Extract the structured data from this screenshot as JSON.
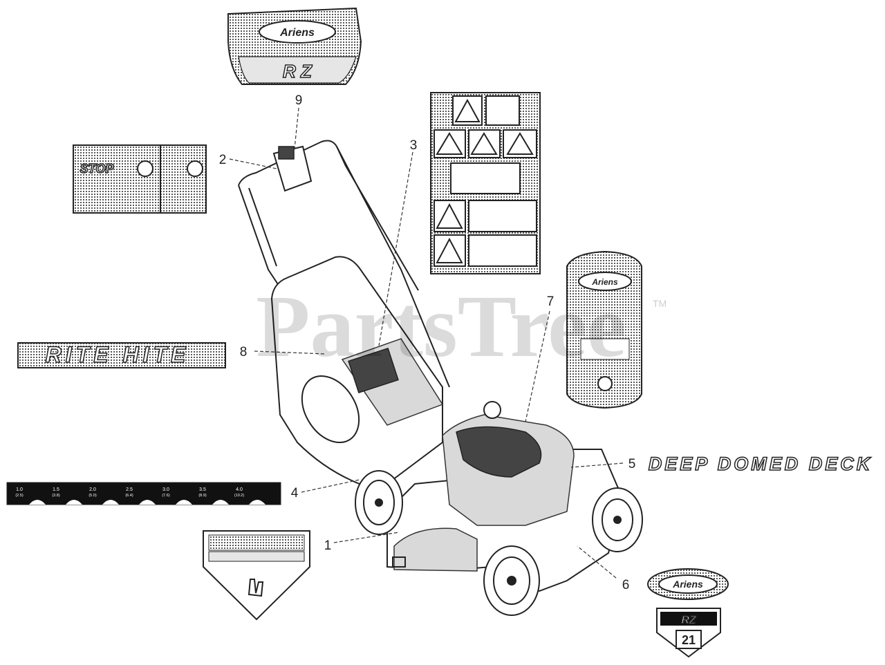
{
  "callouts": {
    "c1": "1",
    "c2": "2",
    "c3": "3",
    "c4": "4",
    "c5": "5",
    "c6": "6",
    "c7": "7",
    "c8": "8",
    "c9": "9"
  },
  "watermark": "PartsTree",
  "watermark_tm": "TM",
  "decals": {
    "brand_logo": "Ariens",
    "rite_hite": "RITE HITE",
    "deep_domed_deck": "DEEP DOMED DECK",
    "control_stop": "STOP",
    "model_number": "21",
    "height_marks": [
      "1.0",
      "1.5",
      "2.0",
      "2.5",
      "3.0",
      "3.5",
      "4.0"
    ],
    "height_marks_metric": [
      "(2.5)",
      "(3.8)",
      "(5.0)",
      "(6.4)",
      "(7.6)",
      "(8.9)",
      "(10.2)"
    ]
  },
  "colors": {
    "ink": "#222222",
    "decal_fill": "#d9d9d9",
    "watermark": "#000000"
  }
}
